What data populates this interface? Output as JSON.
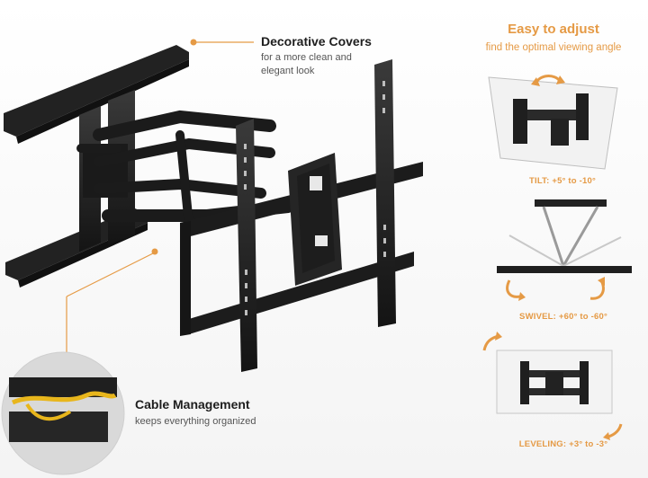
{
  "callouts": {
    "covers": {
      "title": "Decorative Covers",
      "subtitle_line1": "for a more clean and",
      "subtitle_line2": "elegant look"
    },
    "cable": {
      "title": "Cable Management",
      "subtitle": "keeps everything organized"
    }
  },
  "features": {
    "title": "Easy to adjust",
    "subtitle": "find the optimal viewing angle",
    "tilt_label": "TILT: +5° to -10°",
    "swivel_label": "SWIVEL: +60° to -60°",
    "leveling_label": "LEVELING: +3° to -3°"
  },
  "colors": {
    "accent": "#e59a45",
    "mount": "#1f1f1f",
    "text": "#1e1e1e"
  }
}
